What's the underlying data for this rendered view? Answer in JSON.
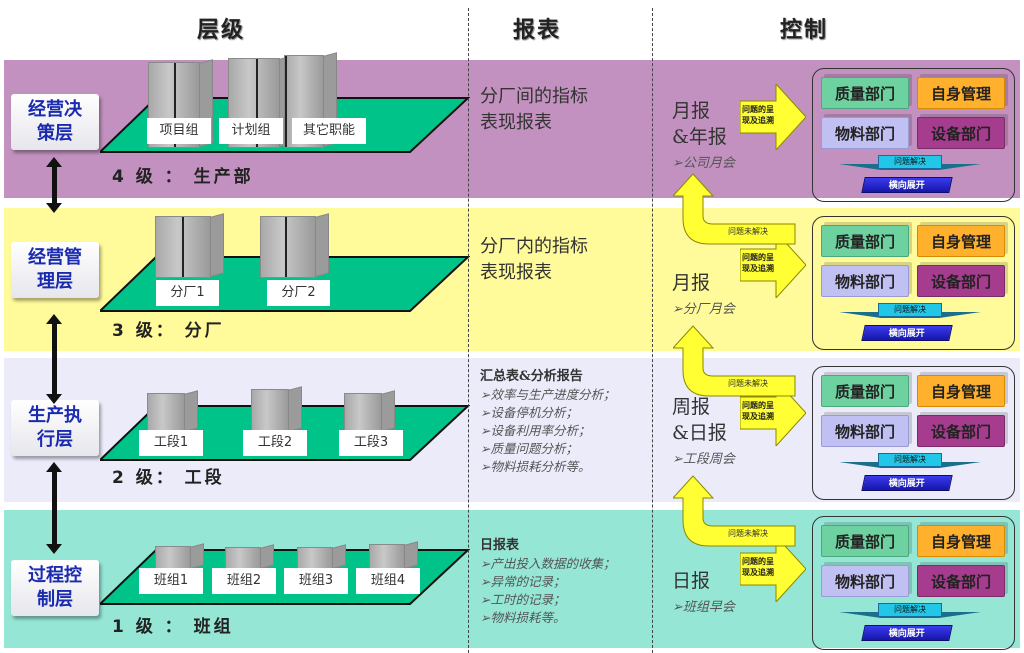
{
  "headers": {
    "level": "层级",
    "report": "报表",
    "control": "控制"
  },
  "colors": {
    "band_1": "#c291bf",
    "band_2": "#fffa9a",
    "band_3": "#ebebfa",
    "band_4": "#95e6d5",
    "platform": "#00c389",
    "layer_text": "#1a2bb0",
    "arrow_yellow": "#ffff33"
  },
  "tiers": [
    {
      "layer": [
        "经营决",
        "策层"
      ],
      "level_label": "4 级 ： 生产部",
      "units": [
        "项目组",
        "计划组",
        "其它职能"
      ],
      "report": {
        "big": [
          "分厂间的指标",
          "表现报表"
        ],
        "head": "",
        "items": []
      },
      "freq": [
        "月报",
        "&年报"
      ],
      "meeting": "➢公司月会"
    },
    {
      "layer": [
        "经营管",
        "理层"
      ],
      "level_label": "3 级：  分厂",
      "units": [
        "分厂1",
        "分厂2"
      ],
      "report": {
        "big": [
          "分厂内的指标",
          "表现报表"
        ],
        "head": "",
        "items": []
      },
      "freq": [
        "月报"
      ],
      "meeting": "➢分厂月会"
    },
    {
      "layer": [
        "生产执",
        "行层"
      ],
      "level_label": "2 级： 工段",
      "units": [
        "工段1",
        "工段2",
        "工段3"
      ],
      "report": {
        "big": [],
        "head": "汇总表&分析报告",
        "items": [
          "➢效率与生产进度分析；",
          "➢设备停机分析；",
          "➢设备利用率分析；",
          "➢质量问题分析；",
          "➢物料损耗分析等。"
        ]
      },
      "freq": [
        "周报",
        "&日报"
      ],
      "meeting": "➢工段周会"
    },
    {
      "layer": [
        "过程控",
        "制层"
      ],
      "level_label": "1 级 ： 班组",
      "units": [
        "班组1",
        "班组2",
        "班组3",
        "班组4"
      ],
      "report": {
        "big": [],
        "head": "日报表",
        "items": [
          "➢产出投入数据的收集；",
          "➢异常的记录；",
          "➢工时的记录；",
          "➢物料损耗等。"
        ]
      },
      "freq": [
        "日报"
      ],
      "meeting": "➢班组早会"
    }
  ],
  "control": {
    "present_arrow": [
      "问题的呈",
      "现及追溯"
    ],
    "departments": {
      "quality": "质量部门",
      "self": "自身管理",
      "material": "物料部门",
      "equipment": "设备部门"
    },
    "solve": "问题解决",
    "expand": "横向展开",
    "unsolved": "问题未解决"
  }
}
